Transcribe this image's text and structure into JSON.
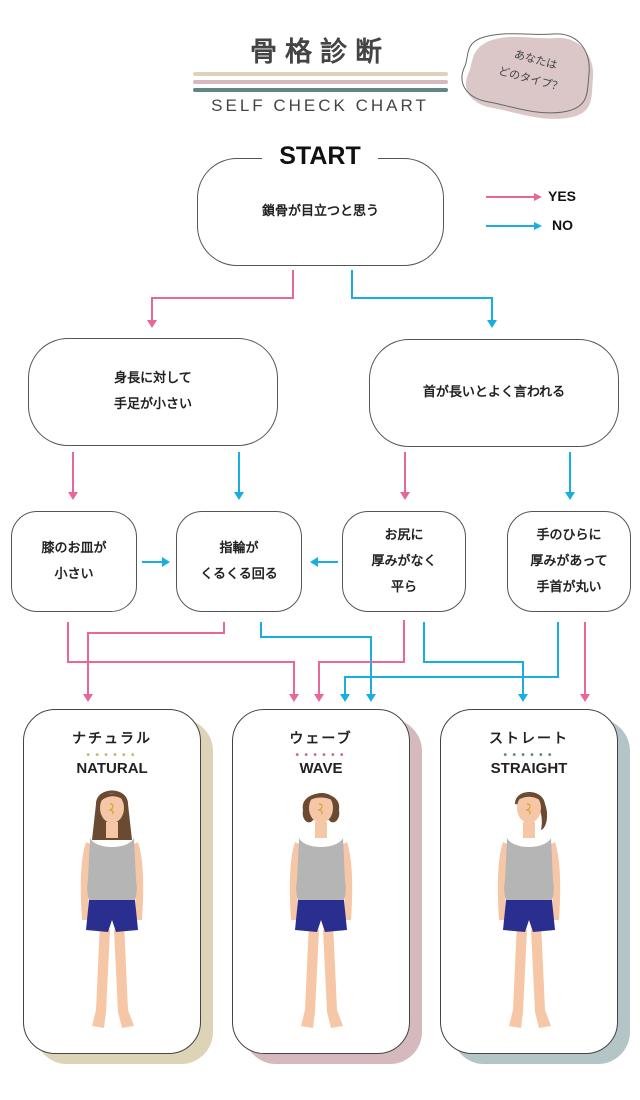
{
  "header": {
    "title": "骨格診断",
    "subtitle": "SELF CHECK CHART",
    "stripe_colors": [
      "#ddd3b6",
      "#d6b9bd",
      "#5f8584"
    ],
    "bubble": {
      "line1": "あなたは",
      "line2": "どのタイプ？",
      "fill": "#dcc7c8"
    }
  },
  "legend": {
    "yes": {
      "label": "YES",
      "color": "#e8679a"
    },
    "no": {
      "label": "NO",
      "color": "#19aee0"
    }
  },
  "flowchart": {
    "start_label": "START",
    "questions": {
      "q1": "鎖骨が目立つと思う",
      "q2": "身長に対して\n手足が小さい",
      "q3": "首が長いとよく言われる",
      "q4": "膝のお皿が\n小さい",
      "q5": "指輪が\nくるくる回る",
      "q6": "お尻に\n厚みがなく\n平ら",
      "q7": "手のひらに\n厚みがあって\n手首が丸い"
    }
  },
  "results": [
    {
      "name_jp": "ナチュラル",
      "name_en": "NATURAL",
      "accent": "#ddd3b6",
      "dots": "#c9b27a"
    },
    {
      "name_jp": "ウェーブ",
      "name_en": "WAVE",
      "accent": "#d6b9bd",
      "dots": "#c76b8e"
    },
    {
      "name_jp": "ストレート",
      "name_en": "STRAIGHT",
      "accent": "#b3c5c6",
      "dots": "#5f8584"
    }
  ]
}
